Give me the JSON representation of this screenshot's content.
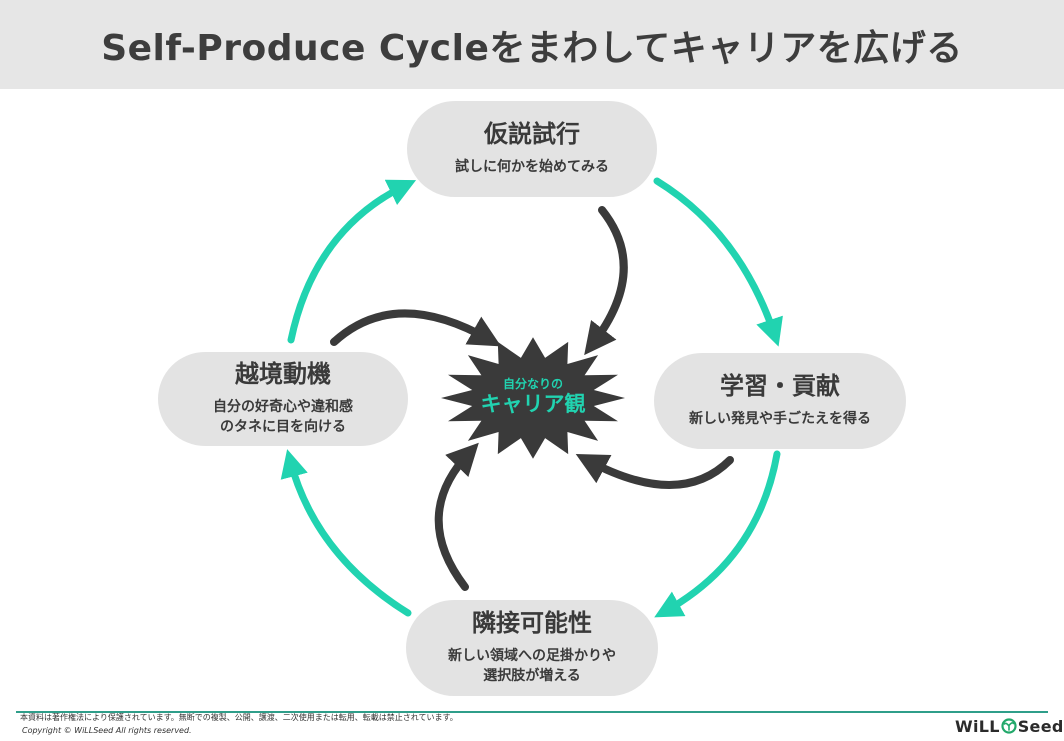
{
  "title": "Self-Produce Cycleをまわしてキャリアを広げる",
  "center": {
    "sub": "自分なりの",
    "main": "キャリア観"
  },
  "nodes": {
    "top": {
      "title": "仮説試行",
      "desc": "試しに何かを始めてみる"
    },
    "right": {
      "title": "学習・貢献",
      "desc": "新しい発見や手ごたえを得る"
    },
    "bottom": {
      "title": "隣接可能性",
      "desc": "新しい領域への足掛かりや\n選択肢が増える"
    },
    "left": {
      "title": "越境動機",
      "desc": "自分の好奇心や違和感\nのタネに目を向ける"
    }
  },
  "footer": {
    "note": "本資料は著作権法により保護されています。無断での複製、公開、譲渡、二次使用または転用、転載は禁止されています。",
    "copyright": "Copyright © WiLLSeed All rights reserved.",
    "logo_left": "WiLL",
    "logo_right": "Seed"
  },
  "colors": {
    "accent": "#21d3b0",
    "dark_arrow": "#3a3a3a",
    "node_bg": "#e3e3e3",
    "header_bg": "#e6e6e6"
  }
}
